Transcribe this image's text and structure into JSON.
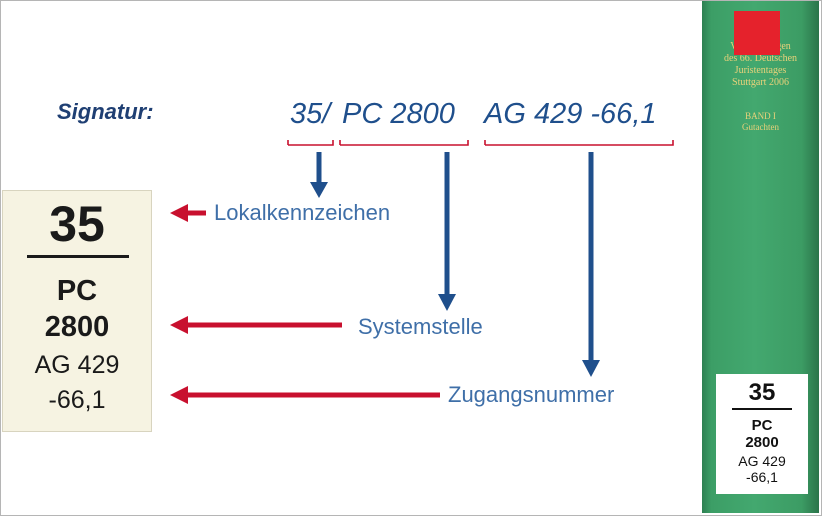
{
  "signature": {
    "label": "Signatur:",
    "part_location": "35/",
    "part_system": "PC 2800",
    "part_accession": "AG 429 -66,1"
  },
  "terms": {
    "location": "Lokalkennzeichen",
    "system": "Systemstelle",
    "accession": "Zugangsnummer"
  },
  "label_card": {
    "line1": "35",
    "line2": "PC",
    "line3": "2800",
    "line4": "AG 429",
    "line5": "-66,1"
  },
  "book_spine": {
    "title_lines": [
      "Verhandlungen",
      "des 66. Deutschen",
      "Juristentages",
      "Stuttgart 2006"
    ],
    "volume": "BAND I",
    "volume_subtitle": "Gutachten",
    "label": {
      "line1": "35",
      "line2": "PC",
      "line3": "2800",
      "line4": "AG 429",
      "line5": "-66,1"
    }
  },
  "colors": {
    "navy_text": "#1f3f73",
    "signature_text": "#1f4f8c",
    "term_text": "#3f6fa8",
    "down_arrow": "#1f4f8c",
    "left_arrow": "#c8102e",
    "bracket": "#c8102e",
    "spine_green": "#43a86f",
    "spine_gold": "#e9d27a",
    "sticker_red": "#e5222c"
  }
}
